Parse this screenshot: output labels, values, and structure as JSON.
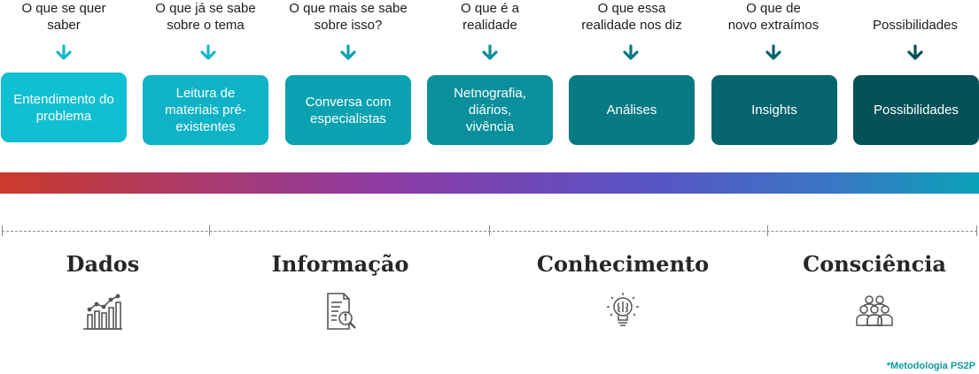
{
  "steps": [
    {
      "question": "O que se quer\nsaber",
      "box": "Entendimento do\nproblema",
      "color": "#0fbfd2"
    },
    {
      "question": "O que já se sabe\nsobre o tema",
      "box": "Leitura de\nmateriais pré-\nexistentes",
      "color": "#0fb2c7"
    },
    {
      "question": "O que mais se sabe\nsobre isso?",
      "box": "Conversa com\nespecialistas",
      "color": "#0aa1b0"
    },
    {
      "question": "O que é a\nrealidade",
      "box": "Netnografia,\ndiários,\nvivência",
      "color": "#0a8f9b"
    },
    {
      "question": "O que essa\nrealidade nos diz",
      "box": "Análises",
      "color": "#087a84"
    },
    {
      "question": "O que de\nnovo extraímos",
      "box": "Insights",
      "color": "#06656e"
    },
    {
      "question": "Possibilidades",
      "box": "Possibilidades",
      "color": "#045158"
    }
  ],
  "arrow_colors": [
    "#17b9c8",
    "#17b9c8",
    "#0aa1b0",
    "#0a8f9b",
    "#087a84",
    "#06656e",
    "#045158"
  ],
  "stages": [
    {
      "title": "Dados",
      "icon": "bar-chart-icon"
    },
    {
      "title": "Informação",
      "icon": "document-search-icon"
    },
    {
      "title": "Conhecimento",
      "icon": "lightbulb-brain-icon"
    },
    {
      "title": "Consciência",
      "icon": "people-group-icon"
    }
  ],
  "footnote": "*Metodologia PS2P"
}
